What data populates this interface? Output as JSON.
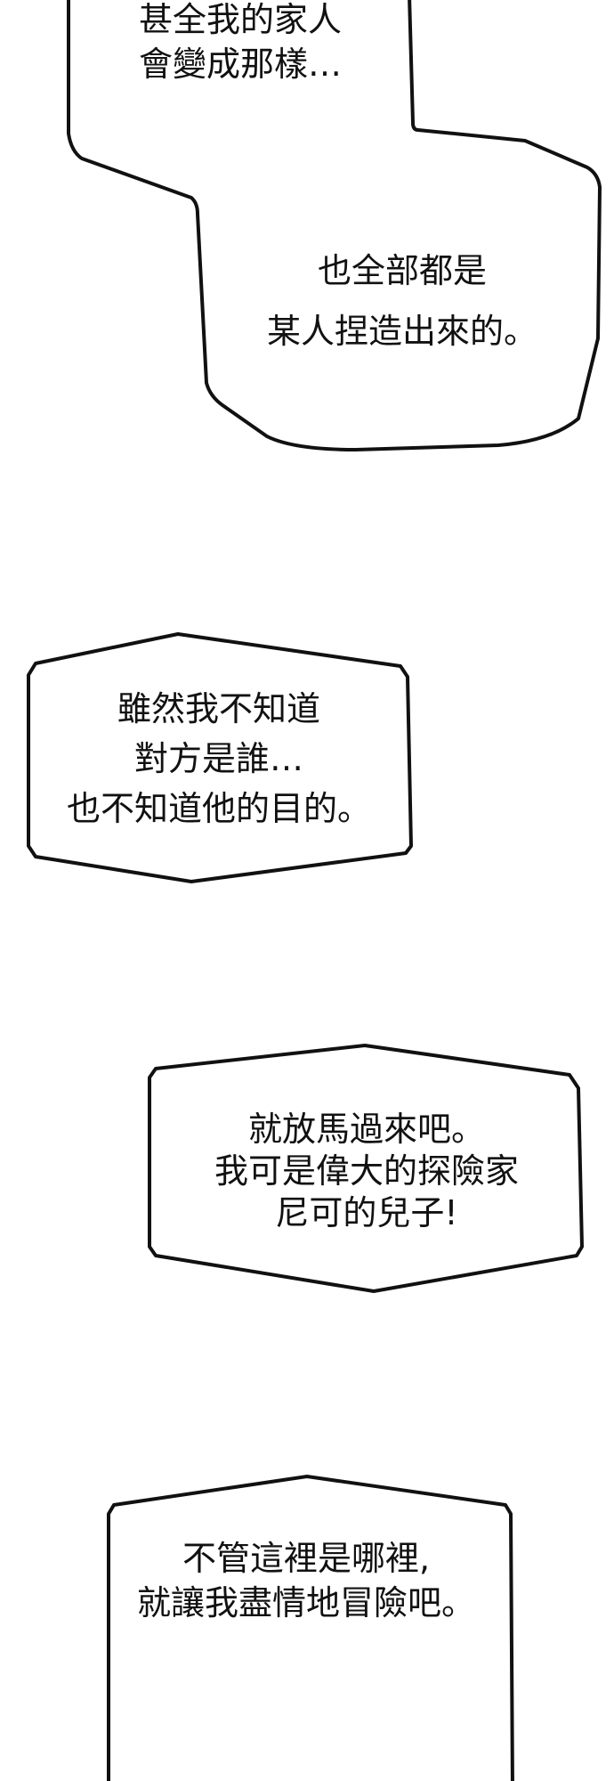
{
  "bubbles": [
    {
      "lines": [
        "甚全我的家人",
        "會變成那樣…"
      ]
    },
    {
      "lines": [
        "也全部都是",
        "某人捏造出來的。"
      ]
    },
    {
      "lines": [
        "雖然我不知道",
        "對方是誰…",
        "也不知道他的目的。"
      ]
    },
    {
      "lines": [
        "就放馬過來吧。",
        "我可是偉大的探險家",
        "尼可的兒子!"
      ]
    },
    {
      "lines": [
        "不管這裡是哪裡,",
        "就讓我盡情地冒險吧。"
      ]
    }
  ]
}
